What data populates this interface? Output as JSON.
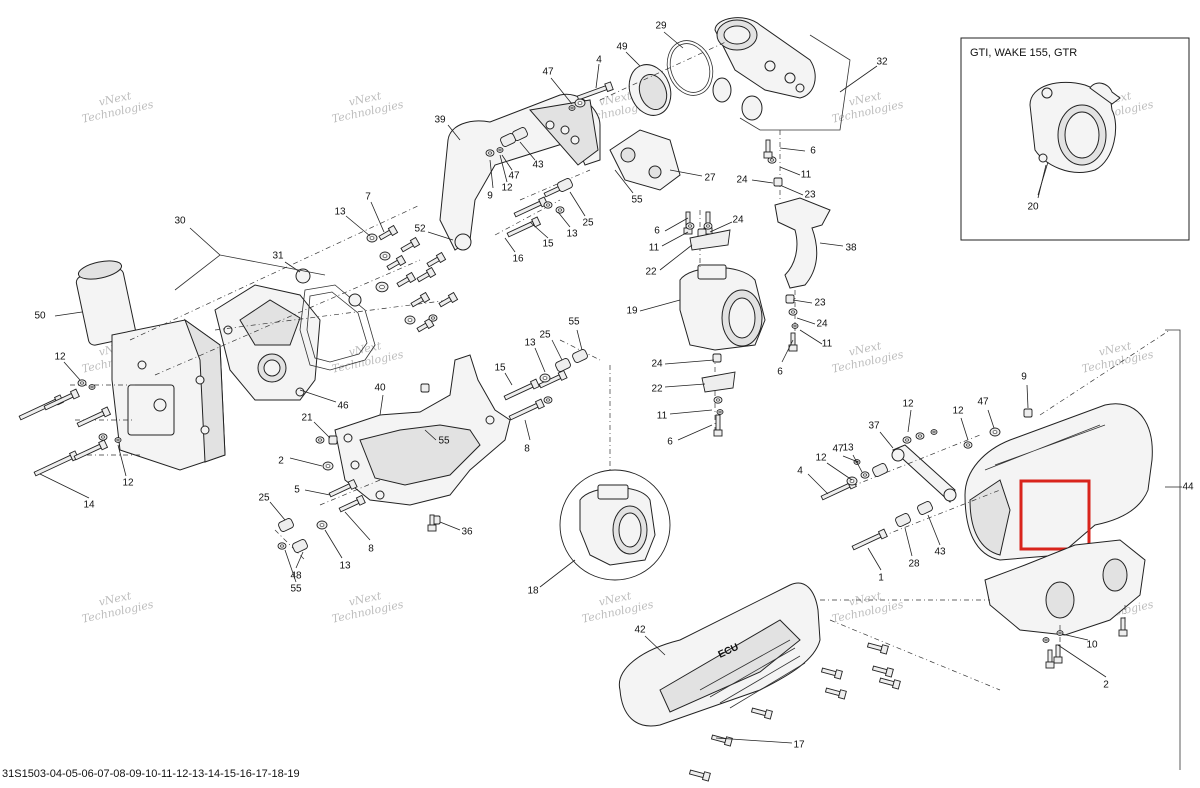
{
  "diagram": {
    "document_reference": "31S1503-04-05-06-07-08-09-10-11-12-13-14-15-16-17-18-19",
    "inset_title": "GTI, WAKE 155, GTR",
    "watermark_line1": "vNext",
    "watermark_line2": "Technologies",
    "highlight_color": "#d9241c",
    "callouts": [
      "1",
      "2",
      "4",
      "5",
      "6",
      "7",
      "8",
      "9",
      "10",
      "11",
      "12",
      "13",
      "14",
      "15",
      "16",
      "17",
      "18",
      "19",
      "20",
      "21",
      "22",
      "23",
      "24",
      "25",
      "27",
      "28",
      "29",
      "30",
      "31",
      "32",
      "36",
      "37",
      "38",
      "39",
      "40",
      "42",
      "43",
      "44",
      "46",
      "47",
      "48",
      "49",
      "50",
      "52",
      "55"
    ]
  }
}
